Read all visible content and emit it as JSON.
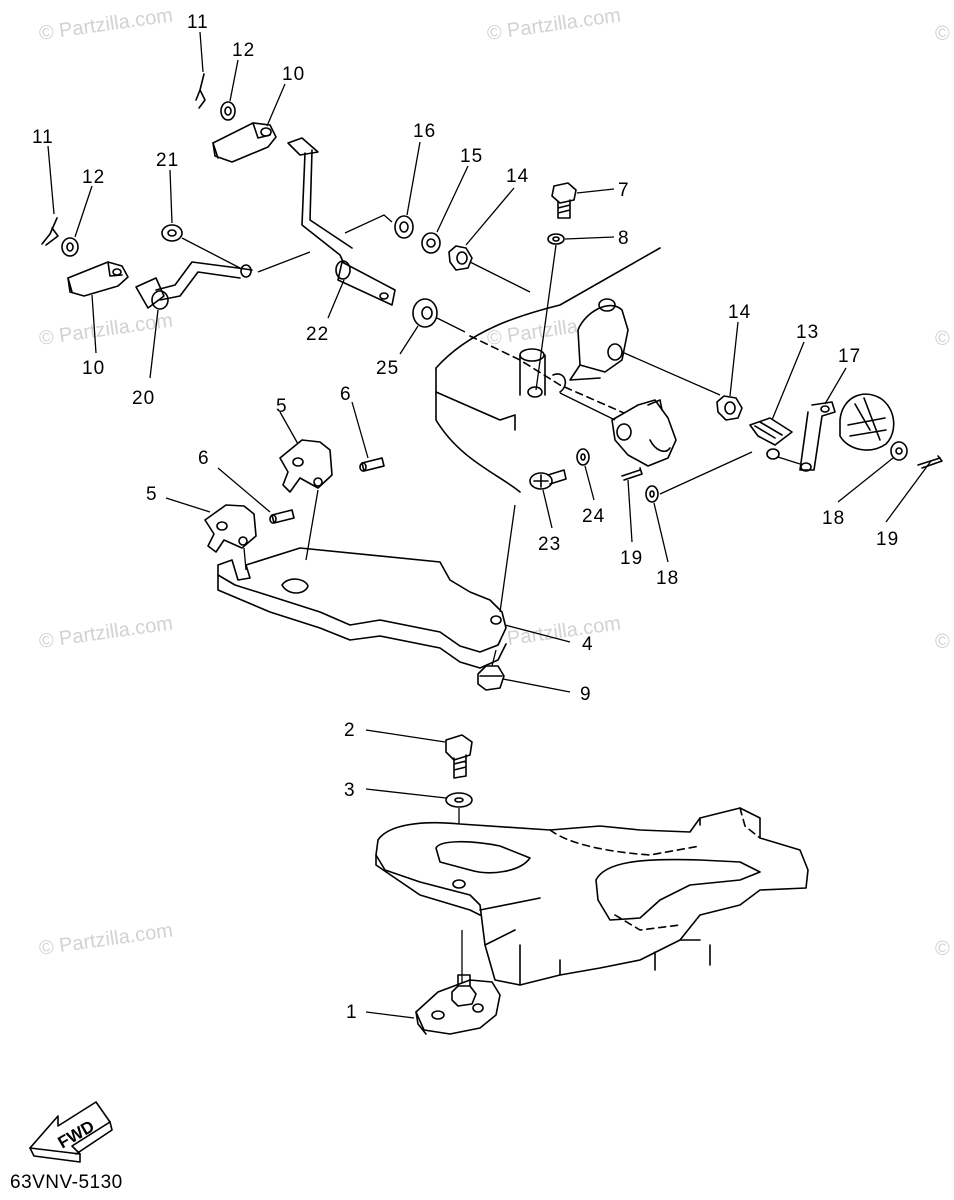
{
  "diagram": {
    "watermark_text": "© Partzilla.com",
    "diagram_code": "63VNV-5130",
    "fwd_label": "FWD",
    "callouts": {
      "c1": "1",
      "c2": "2",
      "c3": "3",
      "c4": "4",
      "c5a": "5",
      "c5b": "5",
      "c6a": "6",
      "c6b": "6",
      "c7": "7",
      "c8": "8",
      "c9": "9",
      "c10a": "10",
      "c10b": "10",
      "c11a": "11",
      "c11b": "11",
      "c12a": "12",
      "c12b": "12",
      "c13": "13",
      "c14a": "14",
      "c14b": "14",
      "c15": "15",
      "c16": "16",
      "c17": "17",
      "c18a": "18",
      "c18b": "18",
      "c19a": "19",
      "c19b": "19",
      "c20": "20",
      "c21": "21",
      "c22": "22",
      "c23": "23",
      "c24": "24",
      "c25": "25"
    }
  }
}
